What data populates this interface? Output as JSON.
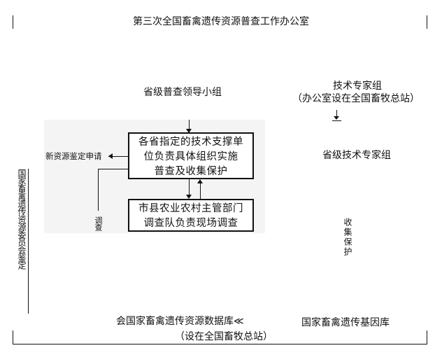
{
  "top_banner": "第三次全国畜禽遗传资源普查工作办公室",
  "left_group": {
    "title": "省级普查领导小组",
    "box1_lines": [
      "各省指定的技术支撑单",
      "位负责具体组织实施",
      "普查及收集保护"
    ],
    "box2_lines": [
      "市县农业农村主管部门",
      "调查队负责现场调查"
    ],
    "side_label": "新资源鉴定申请",
    "survey_char": "调查"
  },
  "right_group": {
    "title_line1": "技术专家组",
    "title_line2": "（办公室设在全国畜牧总站）",
    "expert_group": "省级技术专家组",
    "collect_vertical": "收集保护"
  },
  "left_vertical": "国家畜禽遗传资源委员会鉴定",
  "bottom": {
    "database": "会国家畜禽遗传资源数据库≪",
    "gene_bank": "国家畜禽遗传基因库",
    "location": "（设在全国畜牧总站）"
  }
}
